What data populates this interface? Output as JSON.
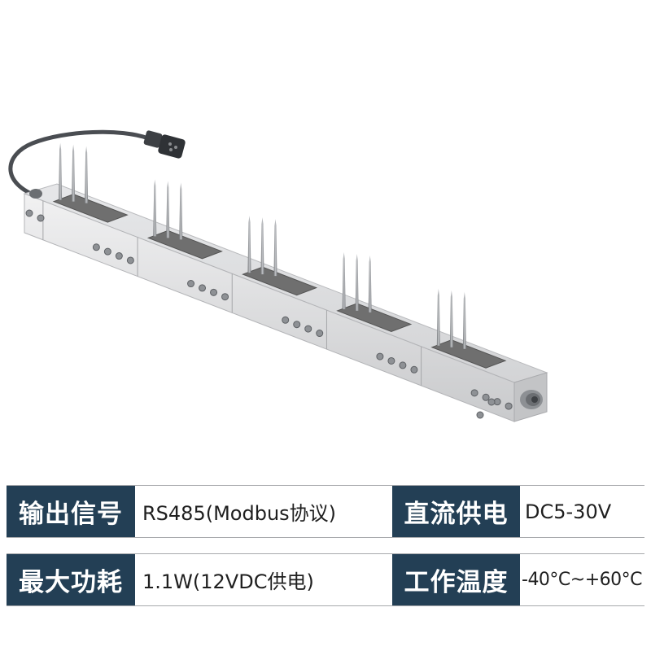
{
  "image": {
    "subject": "soil-sensor-array-product-render",
    "icon": "multi-probe-sensor-bar"
  },
  "specs": [
    {
      "label_a": "输出信号",
      "value_a": "RS485(Modbus协议)",
      "label_b": "直流供电",
      "value_b": "DC5-30V"
    },
    {
      "label_a": "最大功耗",
      "value_a": "1.1W(12VDC供电)",
      "label_b": "工作温度",
      "value_b": "-40°C~+60°C"
    }
  ],
  "colors": {
    "label_bg": "#233f55",
    "label_text": "#ffffff",
    "value_text": "#1f1f1f",
    "divider": "#a7a9ac",
    "housing": "#d9dadc",
    "plate": "#6f6f6f",
    "probe": "#9a9c9f",
    "cable": "#4a4d52"
  }
}
